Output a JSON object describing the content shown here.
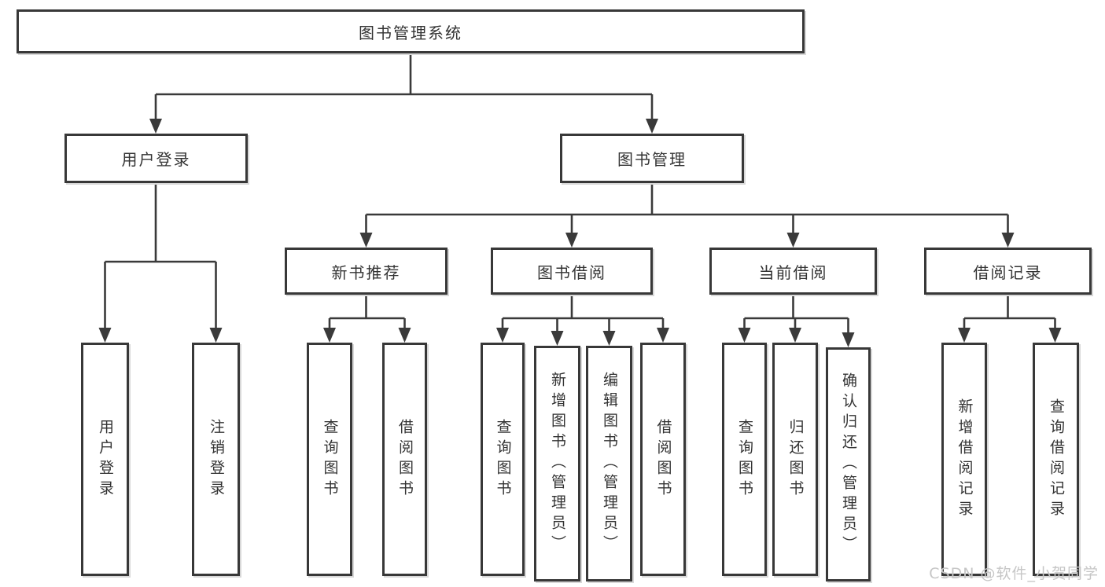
{
  "tree": {
    "root": "图书管理系统",
    "children": [
      {
        "label": "用户登录",
        "children": [
          "用户登录",
          "注销登录"
        ]
      },
      {
        "label": "图书管理",
        "children": [
          {
            "label": "新书推荐",
            "children": [
              "查询图书",
              "借阅图书"
            ]
          },
          {
            "label": "图书借阅",
            "children": [
              "查询图书",
              "新增图书（管理员）",
              "编辑图书（管理员）",
              "借阅图书"
            ]
          },
          {
            "label": "当前借阅",
            "children": [
              "查询图书",
              "归还图书",
              "确认归还（管理员）"
            ]
          },
          {
            "label": "借阅记录",
            "children": [
              "新增借阅记录",
              "查询借阅记录"
            ]
          }
        ]
      }
    ]
  },
  "watermark": "CSDN @软件_小贺同学",
  "colors": {
    "line": "#3a3a3a",
    "border": "#383838",
    "text": "#333333",
    "watermark": "#c6c6c6",
    "background": "#ffffff"
  }
}
